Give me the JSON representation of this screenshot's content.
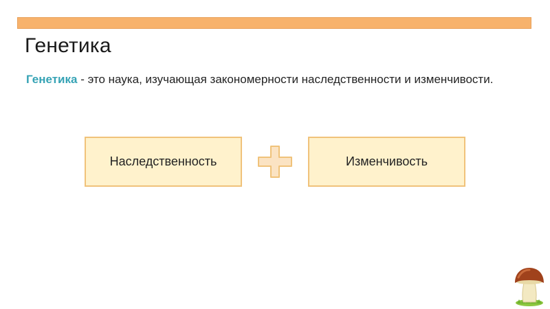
{
  "slide": {
    "title": "Генетика",
    "definition_term": "Генетика",
    "definition_text": " - это наука, изучающая закономерности наследственности и изменчивости."
  },
  "concepts": {
    "left": "Наследственность",
    "right": "Изменчивость",
    "operator_icon": "plus-icon"
  },
  "decoration": {
    "icon": "mushroom-icon"
  },
  "colors": {
    "top_bar": "#f7b26c",
    "term": "#36a3b5",
    "box_fill": "#fff2cc",
    "box_border": "#f0c27a",
    "plus_fill": "#fbe3c3",
    "plus_border": "#f0c27a"
  }
}
